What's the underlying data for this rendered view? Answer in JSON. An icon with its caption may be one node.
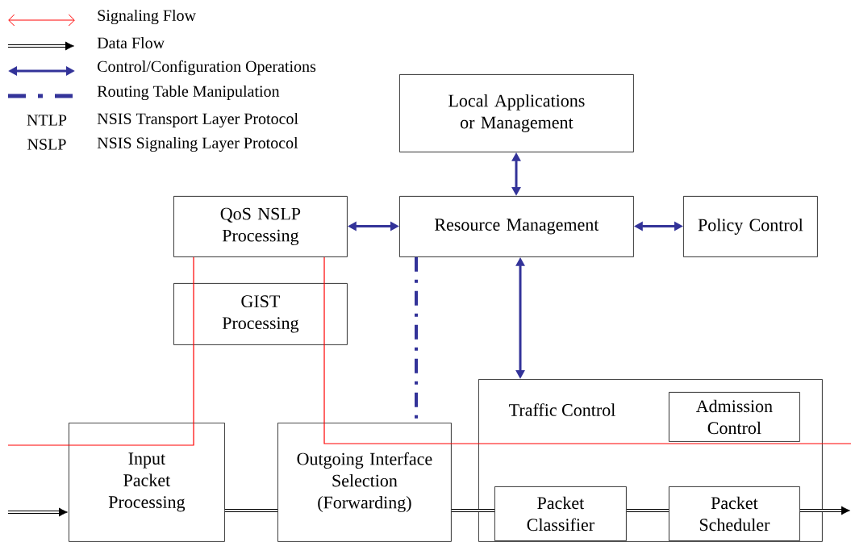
{
  "diagram": {
    "nodes": [
      {
        "text": [
          "Local Applications or Management"
        ]
      },
      {
        "text": [
          "QoS NSLP Processing"
        ]
      },
      {
        "text": [
          "Resource Management"
        ]
      },
      {
        "text": [
          "Policy Control"
        ]
      },
      {
        "text": [
          "GIST Processing"
        ]
      },
      {
        "text": [
          "Traffic Control"
        ]
      },
      {
        "text": [
          "Admission Control"
        ],
        "in": 5
      },
      {
        "text": [
          "Input Packet Processing"
        ]
      },
      {
        "text": [
          "Outgoing Interface Selection (Forwarding)"
        ]
      },
      {
        "text": [
          "Packet Classifier"
        ],
        "in": 5
      },
      {
        "text": [
          "Packet Scheduler"
        ],
        "in": 5
      }
    ],
    "edges": [
      {
        "from": 0,
        "to": 2,
        "arrow": "both",
        "color": "#333399"
      },
      {
        "from": 1,
        "to": 2,
        "arrow": "both",
        "color": "#333399"
      },
      {
        "from": 2,
        "to": 3,
        "arrow": "both",
        "color": "#333399"
      },
      {
        "from": 2,
        "to": 5,
        "arrow": "both",
        "color": "#333399"
      },
      {
        "from": 2,
        "to": 8,
        "arrow": "none",
        "style": "dashed",
        "color": "#333399"
      },
      {
        "from": null,
        "to": 7,
        "arrow": "to",
        "color": "#000000"
      },
      {
        "from": 7,
        "to": 8,
        "arrow": "none",
        "color": "#000000"
      },
      {
        "from": 8,
        "to": 9,
        "arrow": "none",
        "color": "#000000"
      },
      {
        "from": 9,
        "to": 10,
        "arrow": "none",
        "color": "#000000"
      },
      {
        "from": 10,
        "to": null,
        "arrow": "to",
        "color": "#000000"
      },
      {
        "from": null,
        "to": 1,
        "arrow": "none",
        "color": "#ff0000"
      },
      {
        "from": 1,
        "to": null,
        "arrow": "none",
        "color": "#ff0000"
      }
    ],
    "labels": [
      "NTLP",
      "NSIS Transport Layer Protocol",
      "NSLP",
      "NSIS Signaling Layer Protocol"
    ],
    "legend": [
      {
        "text": "Signaling Flow"
      },
      {
        "text": "Data Flow"
      },
      {
        "text": "Control/Configuration Operations"
      },
      {
        "text": "Routing Table Manipulation"
      }
    ]
  }
}
